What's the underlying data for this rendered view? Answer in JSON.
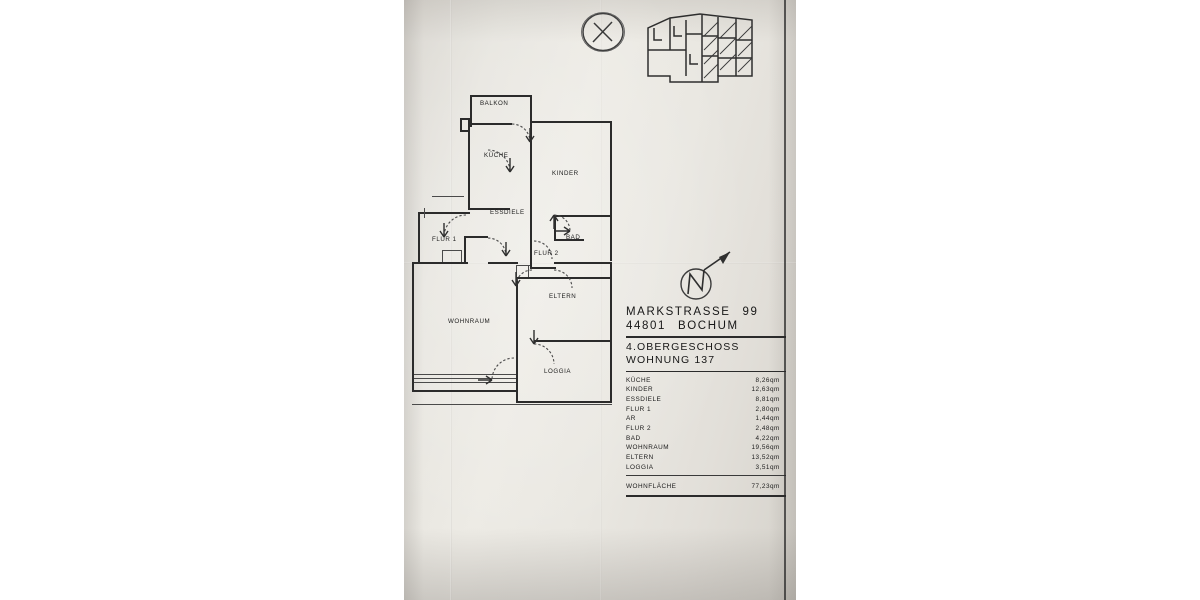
{
  "document": {
    "type": "architectural-floor-plan-scan",
    "language": "de"
  },
  "title_block": {
    "street": "MARKSTRASSE",
    "street_number": "99",
    "postal_code": "44801",
    "city": "BOCHUM",
    "floor": "4.OBERGESCHOSS",
    "unit_label": "WOHNUNG",
    "unit_number": "137"
  },
  "schedule": {
    "rows": [
      {
        "room": "KÜCHE",
        "area": "8,26",
        "unit": "qm"
      },
      {
        "room": "KINDER",
        "area": "12,63",
        "unit": "qm"
      },
      {
        "room": "ESSDIELE",
        "area": "8,81",
        "unit": "qm"
      },
      {
        "room": "FLUR 1",
        "area": "2,80",
        "unit": "qm"
      },
      {
        "room": "AR",
        "area": "1,44",
        "unit": "qm"
      },
      {
        "room": "FLUR 2",
        "area": "2,48",
        "unit": "qm"
      },
      {
        "room": "BAD",
        "area": "4,22",
        "unit": "qm"
      },
      {
        "room": "WOHNRAUM",
        "area": "19,56",
        "unit": "qm"
      },
      {
        "room": "ELTERN",
        "area": "13,52",
        "unit": "qm"
      },
      {
        "room": "LOGGIA",
        "area": "3,51",
        "unit": "qm"
      }
    ],
    "total": {
      "room": "WOHNFLÄCHE",
      "area": "77,23",
      "unit": "qm"
    }
  },
  "plan_labels": {
    "balkon": "BALKON",
    "kueche": "KÜCHE",
    "kinder": "KINDER",
    "essdiele": "ESSDIELE",
    "flur1": "FLUR 1",
    "flur2": "FLUR 2",
    "bad": "BAD",
    "eltern": "ELTERN",
    "wohnraum": "WOHNRAUM",
    "loggia": "LOGGIA"
  },
  "marks": {
    "cross_mark": "X"
  },
  "colors": {
    "paper": "#e9e7e1",
    "ink": "#2b2b2b",
    "letterbox": "#ffffff"
  }
}
